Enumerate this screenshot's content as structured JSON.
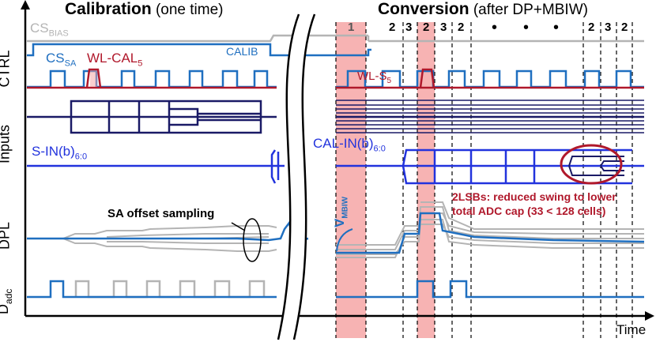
{
  "header": {
    "calibration_title": "Calibration",
    "calibration_sub": "(one time)",
    "conversion_title": "Conversion",
    "conversion_sub": "(after DP+MBIW)"
  },
  "row_labels": {
    "ctrl": "CTRL",
    "inputs": "Inputs",
    "dpl": "DPL",
    "dadc_main": "D",
    "dadc_sub": "adc"
  },
  "axis": {
    "time": "Time"
  },
  "signals": {
    "cs_bias": "CS",
    "cs_bias_sub": "BIAS",
    "cs_sa": "CS",
    "cs_sa_sub": "SA",
    "wl_cal": "WL-CAL",
    "wl_cal_sub": "5",
    "calib": "CALIB",
    "wl_s": "WL-S",
    "wl_s_sub": "5",
    "s_in": "S-IN(b)",
    "s_in_sub": "6:0",
    "cal_in": "CAL-IN(b)",
    "cal_in_sub": "6:0",
    "v_mbiw": "V",
    "v_mbiw_sub": "MBIW"
  },
  "annotations": {
    "sa_offset": "SA offset sampling",
    "lsb_line1": "2LSBs: reduced swing to lower",
    "lsb_line2": "total ADC cap (33 < 128 cells)"
  },
  "steps": [
    "1",
    "2",
    "3",
    "2",
    "3",
    "2",
    "2",
    "3",
    "2"
  ],
  "ellipsis": [
    "•",
    "•",
    "•"
  ],
  "colors": {
    "grey": "#b4b4b4",
    "blue": "#1f6fc0",
    "red": "#b0182b",
    "navy": "#1a1a66",
    "input_blue": "#2233dd",
    "highlight": "#f4a0a0"
  }
}
